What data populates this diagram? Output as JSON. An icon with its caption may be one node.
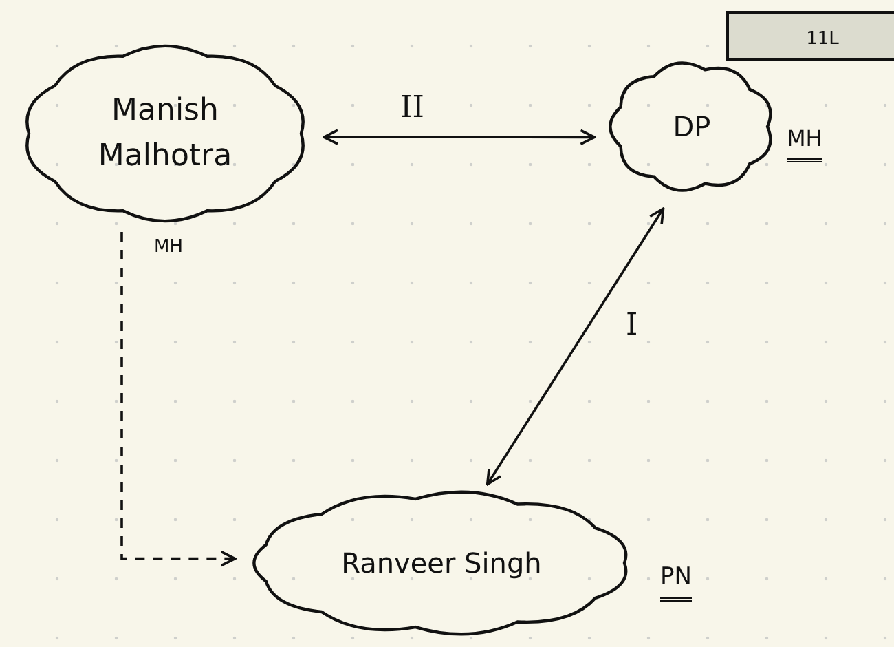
{
  "diagram": {
    "nodes": [
      {
        "text": [
          "Manish Malhotra"
        ],
        "beside": [
          "MH"
        ]
      },
      {
        "text": [
          "DP"
        ],
        "beside": [
          "MH"
        ]
      },
      {
        "text": [
          "Ranveer Singh"
        ],
        "beside": [
          "PN"
        ]
      },
      {
        "text": [
          "11L"
        ]
      }
    ],
    "edges": [
      {
        "from": 0,
        "to": 1,
        "arrow": "both",
        "label": "II"
      },
      {
        "from": 2,
        "to": 1,
        "arrow": "both",
        "label": "I"
      },
      {
        "from": 0,
        "to": 2,
        "arrow": "to",
        "style": "dashed"
      }
    ]
  }
}
